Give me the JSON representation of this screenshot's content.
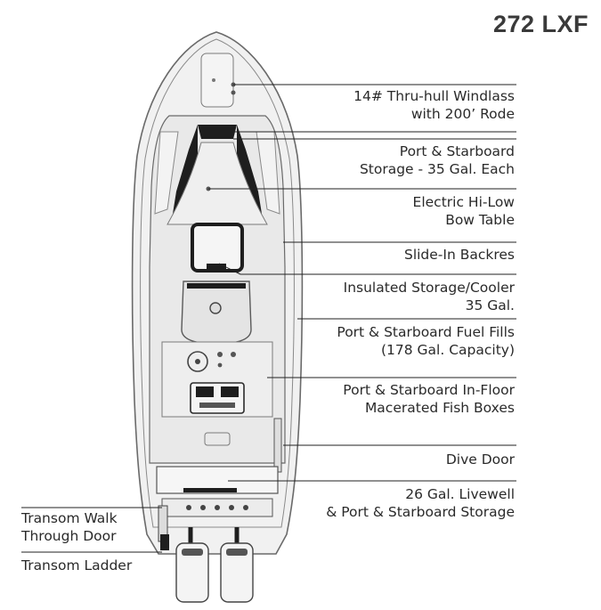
{
  "model": "272 LXF",
  "callouts_right": [
    {
      "id": "windlass",
      "lines": [
        "14# Thru-hull Windlass",
        "with 200’ Rode"
      ]
    },
    {
      "id": "bow-storage",
      "lines": [
        "Port & Starboard",
        "Storage - 35 Gal. Each"
      ]
    },
    {
      "id": "bow-table",
      "lines": [
        "Electric Hi-Low",
        "Bow Table"
      ]
    },
    {
      "id": "backrest",
      "lines": [
        "Slide-In Backres"
      ]
    },
    {
      "id": "cooler",
      "lines": [
        "Insulated Storage/Cooler",
        "35 Gal."
      ]
    },
    {
      "id": "fuel-fills",
      "lines": [
        "Port & Starboard Fuel Fills",
        "(178 Gal. Capacity)"
      ]
    },
    {
      "id": "fish-boxes",
      "lines": [
        "Port & Starboard In-Floor",
        "Macerated Fish Boxes"
      ]
    },
    {
      "id": "dive-door",
      "lines": [
        "Dive Door"
      ]
    },
    {
      "id": "livewell",
      "lines": [
        "26 Gal. Livewell",
        "& Port & Starboard Storage"
      ]
    }
  ],
  "callouts_left": [
    {
      "id": "transom-door",
      "lines": [
        "Transom Walk",
        "Through Door"
      ]
    },
    {
      "id": "transom-ladder",
      "lines": [
        "Transom Ladder"
      ]
    }
  ],
  "colors": {
    "outline": "#6a6a6a",
    "hull_fill": "#f1f1f1",
    "deck_fill": "#e7e7e7",
    "dark": "#1e1e1e",
    "text": "#2a2a2a"
  }
}
